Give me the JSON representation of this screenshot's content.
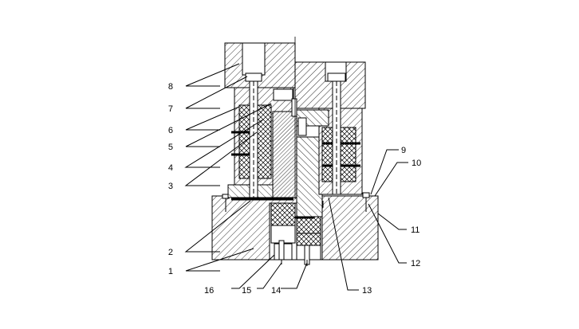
{
  "callouts": [
    {
      "id": "c1",
      "text": "1"
    },
    {
      "id": "c2",
      "text": "2"
    },
    {
      "id": "c3",
      "text": "3"
    },
    {
      "id": "c4",
      "text": "4"
    },
    {
      "id": "c5",
      "text": "5"
    },
    {
      "id": "c6",
      "text": "6"
    },
    {
      "id": "c7",
      "text": "7"
    },
    {
      "id": "c8",
      "text": "8"
    },
    {
      "id": "c9",
      "text": "9"
    },
    {
      "id": "c10",
      "text": "10"
    },
    {
      "id": "c11",
      "text": "11"
    },
    {
      "id": "c12",
      "text": "12"
    },
    {
      "id": "c13",
      "text": "13"
    },
    {
      "id": "c14",
      "text": "14"
    },
    {
      "id": "c15",
      "text": "15"
    },
    {
      "id": "c16",
      "text": "16"
    }
  ],
  "colors": {
    "line": "#000000",
    "background": "#ffffff",
    "rubber": "#000000"
  }
}
